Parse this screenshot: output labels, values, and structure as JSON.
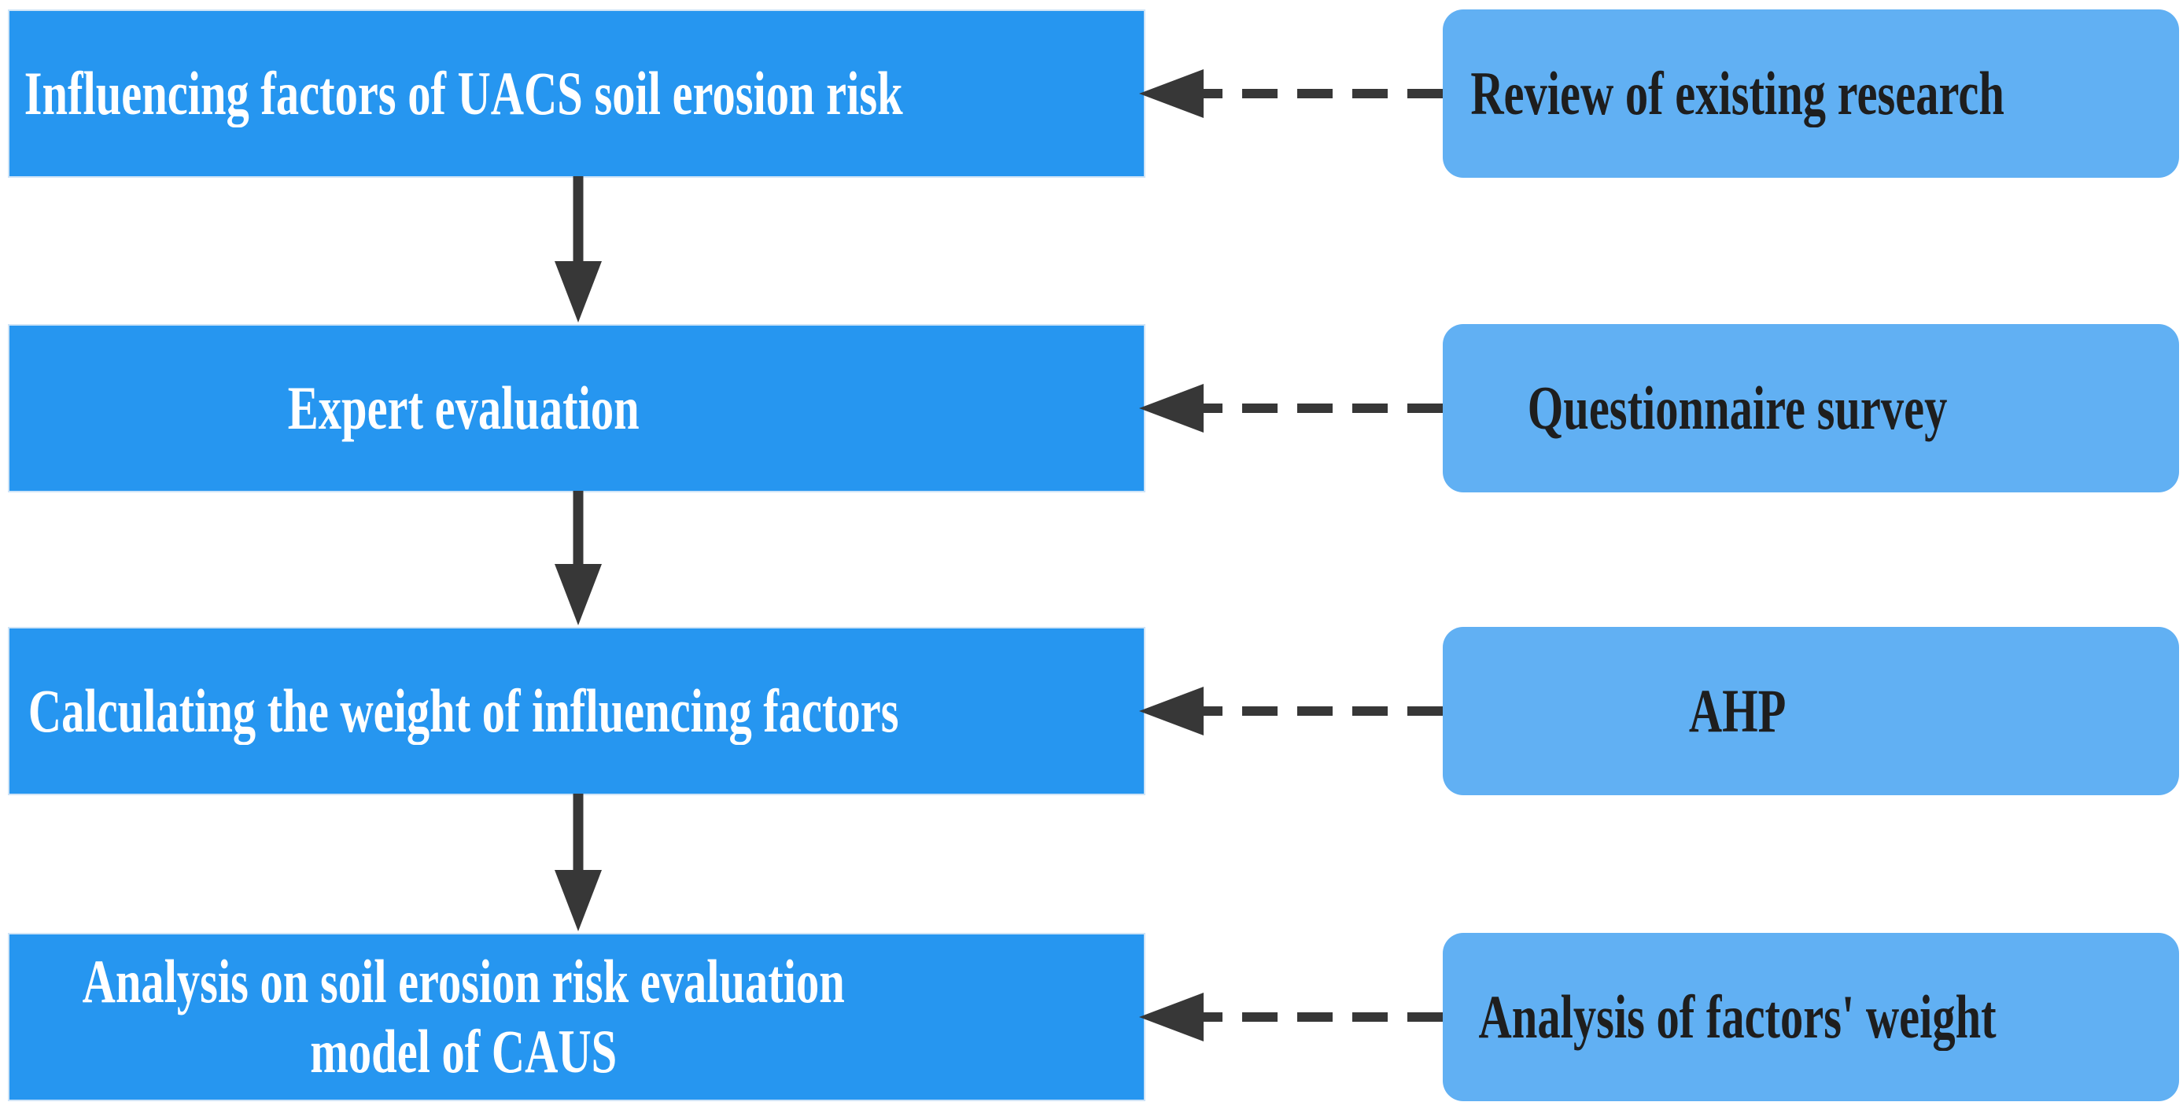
{
  "diagram": {
    "type": "flowchart",
    "description": "Soil erosion risk evaluation workflow",
    "steps": [
      {
        "label": "Influencing factors of UACS soil erosion risk",
        "source_label": "Review of existing research"
      },
      {
        "label": "Expert evaluation",
        "source_label": "Questionnaire survey"
      },
      {
        "label": "Calculating the weight of influencing factors",
        "source_label": "AHP"
      },
      {
        "label": "Analysis on soil erosion risk evaluation\nmodel of CAUS",
        "source_label": "Analysis of factors' weight"
      }
    ],
    "colors": {
      "background": "#ffffff",
      "step_fill": "#2696f0",
      "step_edge": "#cfe4f7",
      "step_text": "#ffffff",
      "source_fill": "#61b0f3",
      "source_text": "#1e1e1e",
      "arrow": "#373737"
    }
  }
}
